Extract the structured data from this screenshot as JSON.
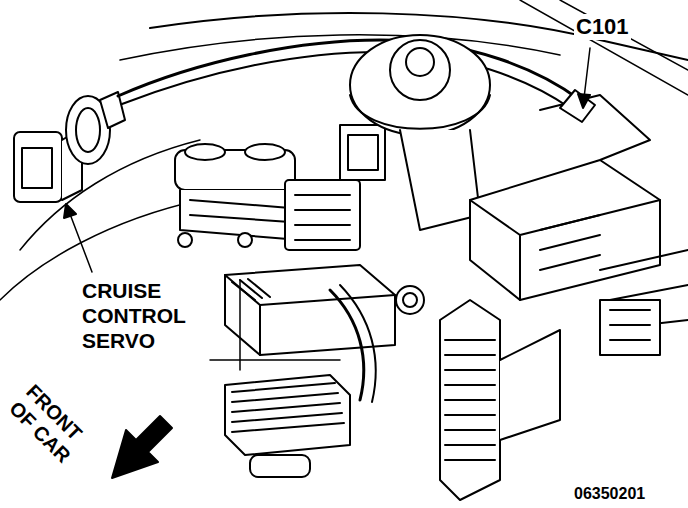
{
  "diagram": {
    "labels": [
      "C101",
      "CRUISE CONTROL SERVO",
      "FRONT OF CAR",
      "06350201"
    ]
  }
}
